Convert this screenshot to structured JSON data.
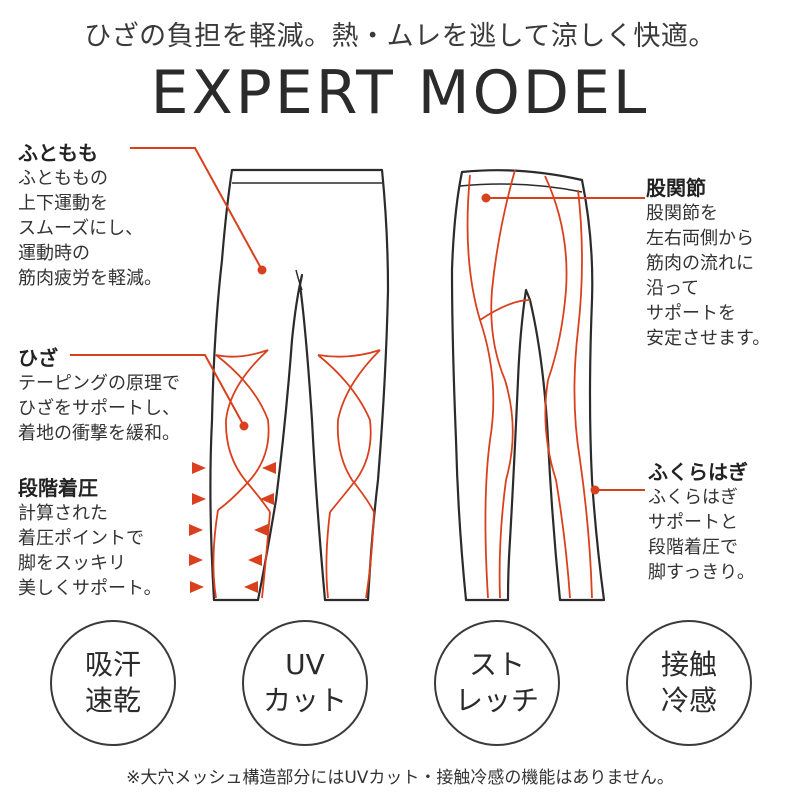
{
  "tagline": "ひざの負担を軽減。熱・ムレを逃して涼しく快適。",
  "model_title": "EXPERT MODEL",
  "features": {
    "thigh": {
      "title": "ふともも",
      "lines": [
        "ふとももの",
        "上下運動を",
        "スムーズにし、",
        "運動時の",
        "筋肉疲労を軽減。"
      ]
    },
    "knee": {
      "title": "ひざ",
      "lines": [
        "テーピングの原理で",
        "ひざをサポートし、",
        "着地の衝撃を緩和。"
      ]
    },
    "compression": {
      "title": "段階着圧",
      "lines": [
        "計算された",
        "着圧ポイントで",
        "脚をスッキリ",
        "美しくサポート。"
      ]
    },
    "hip": {
      "title": "股関節",
      "lines": [
        "股関節を",
        "左右両側から",
        "筋肉の流れに",
        "沿って",
        "サポートを",
        "安定させます。"
      ]
    },
    "calf": {
      "title": "ふくらはぎ",
      "lines": [
        "ふくらはぎ",
        "サポートと",
        "段階着圧で",
        "脚すっきり。"
      ]
    }
  },
  "badges": [
    {
      "line1": "吸汗",
      "line2": "速乾",
      "icon": "quick-dry-badge"
    },
    {
      "line1": "UV",
      "line2": "カット",
      "icon": "uv-cut-badge"
    },
    {
      "line1": "スト",
      "line2": "レッチ",
      "icon": "stretch-badge"
    },
    {
      "line1": "接触",
      "line2": "冷感",
      "icon": "cool-touch-badge"
    }
  ],
  "footnote": "※大穴メッシュ構造部分にはUVカット・接触冷感の機能はありません。",
  "colors": {
    "accent": "#d9411e",
    "outline": "#2b2b2b",
    "text": "#333333"
  }
}
